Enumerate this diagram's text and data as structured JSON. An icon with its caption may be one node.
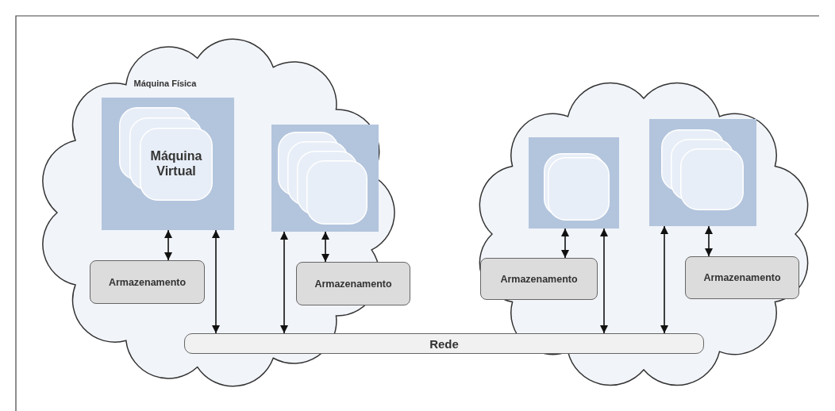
{
  "diagram": {
    "nodes": [
      {
        "text": [],
        "shape": "cloud"
      },
      {
        "text": [
          "Máquina Física"
        ],
        "in": 0
      },
      {
        "text": [
          "Máquina Virtual"
        ],
        "in": 1
      },
      {
        "text": [],
        "shape": "box",
        "in": 0
      },
      {
        "text": [],
        "shape": "box",
        "in": 3
      },
      {
        "text": [
          "Armazenamento"
        ],
        "in": 0
      },
      {
        "text": [
          "Armazenamento"
        ],
        "in": 0
      },
      {
        "text": [],
        "shape": "cloud"
      },
      {
        "text": [],
        "shape": "box",
        "in": 7
      },
      {
        "text": [],
        "shape": "box",
        "in": 8
      },
      {
        "text": [],
        "shape": "box",
        "in": 7
      },
      {
        "text": [],
        "shape": "box",
        "in": 10
      },
      {
        "text": [
          "Armazenamento"
        ],
        "in": 7
      },
      {
        "text": [
          "Armazenamento"
        ],
        "in": 7
      },
      {
        "text": [
          "Rede"
        ]
      }
    ],
    "edges": [
      {
        "from": 1,
        "to": 5,
        "arrow": "both"
      },
      {
        "from": 1,
        "to": 14,
        "arrow": "both"
      },
      {
        "from": 3,
        "to": 14,
        "arrow": "both"
      },
      {
        "from": 3,
        "to": 6,
        "arrow": "both"
      },
      {
        "from": 8,
        "to": 12,
        "arrow": "both"
      },
      {
        "from": 8,
        "to": 14,
        "arrow": "both"
      },
      {
        "from": 10,
        "to": 14,
        "arrow": "both"
      },
      {
        "from": 10,
        "to": 13,
        "arrow": "both"
      }
    ]
  }
}
